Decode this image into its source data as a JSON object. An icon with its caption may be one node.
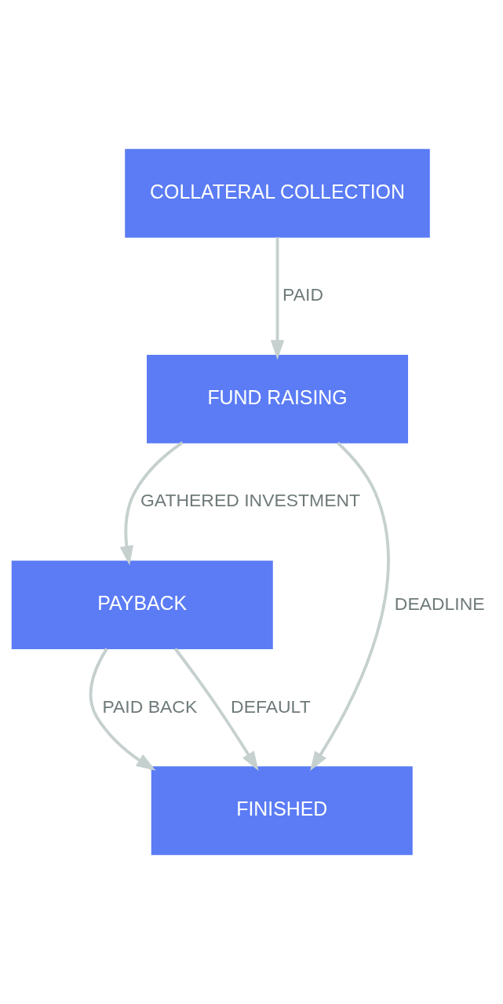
{
  "diagram": {
    "nodes": [
      {
        "text": [
          "COLLATERAL COLLECTION"
        ]
      },
      {
        "text": [
          "FUND RAISING"
        ]
      },
      {
        "text": [
          "PAYBACK"
        ]
      },
      {
        "text": [
          "FINISHED"
        ]
      }
    ],
    "edges": [
      {
        "from": 0,
        "to": 1,
        "arrow": "to",
        "label": "PAID"
      },
      {
        "from": 1,
        "to": 2,
        "arrow": "to",
        "label": "GATHERED INVESTMENT"
      },
      {
        "from": 2,
        "to": 3,
        "arrow": "to",
        "label": "PAID BACK"
      },
      {
        "from": 1,
        "to": 3,
        "arrow": "to",
        "label": "DEADLINE"
      },
      {
        "from": 2,
        "to": 3,
        "arrow": "to",
        "label": "DEFAULT"
      }
    ]
  }
}
